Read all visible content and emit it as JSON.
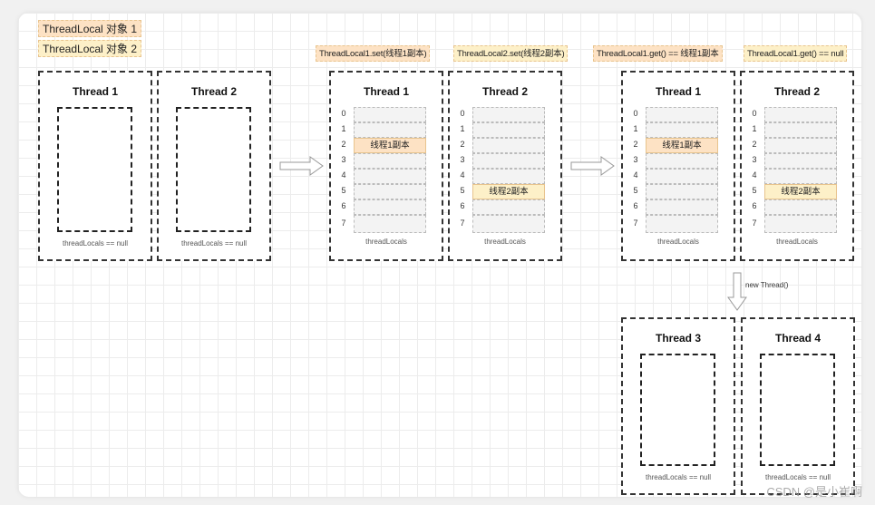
{
  "legend": [
    {
      "label": "ThreadLocal 对象 1",
      "color": "#fde2c4"
    },
    {
      "label": "ThreadLocal 对象 2",
      "color": "#fdf0c8"
    }
  ],
  "stages": [
    {
      "ops": [],
      "threads": [
        {
          "title": "Thread 1",
          "footer": "threadLocals == null",
          "slots": null
        },
        {
          "title": "Thread 2",
          "footer": "threadLocals == null",
          "slots": null
        }
      ]
    },
    {
      "ops": [
        {
          "label": "ThreadLocal1.set(线程1副本)",
          "color": "orange"
        },
        {
          "label": "ThreadLocal2.set(线程2副本)",
          "color": "yellow"
        }
      ],
      "threads": [
        {
          "title": "Thread 1",
          "footer": "threadLocals",
          "slots": {
            "indices": [
              "0",
              "1",
              "2",
              "3",
              "4",
              "5",
              "6",
              "7"
            ],
            "filled": {
              "2": {
                "text": "线程1副本",
                "color": "orange"
              }
            }
          }
        },
        {
          "title": "Thread 2",
          "footer": "threadLocals",
          "slots": {
            "indices": [
              "0",
              "1",
              "2",
              "3",
              "4",
              "5",
              "6",
              "7"
            ],
            "filled": {
              "5": {
                "text": "线程2副本",
                "color": "yellow"
              }
            }
          }
        }
      ]
    },
    {
      "ops": [
        {
          "label": "ThreadLocal1.get() == 线程1副本",
          "color": "orange"
        },
        {
          "label": "ThreadLocal1.get() == null",
          "color": "yellow"
        }
      ],
      "threads": [
        {
          "title": "Thread 1",
          "footer": "threadLocals",
          "slots": {
            "indices": [
              "0",
              "1",
              "2",
              "3",
              "4",
              "5",
              "6",
              "7"
            ],
            "filled": {
              "2": {
                "text": "线程1副本",
                "color": "orange"
              }
            }
          }
        },
        {
          "title": "Thread 2",
          "footer": "threadLocals",
          "slots": {
            "indices": [
              "0",
              "1",
              "2",
              "3",
              "4",
              "5",
              "6",
              "7"
            ],
            "filled": {
              "5": {
                "text": "线程2副本",
                "color": "yellow"
              }
            }
          }
        }
      ]
    },
    {
      "ops": [],
      "threads": [
        {
          "title": "Thread 3",
          "footer": "threadLocals == null",
          "slots": null
        },
        {
          "title": "Thread 4",
          "footer": "threadLocals == null",
          "slots": null
        }
      ]
    }
  ],
  "new_thread_label": "new Thread()",
  "watermark": "CSDN @是小崔啊"
}
